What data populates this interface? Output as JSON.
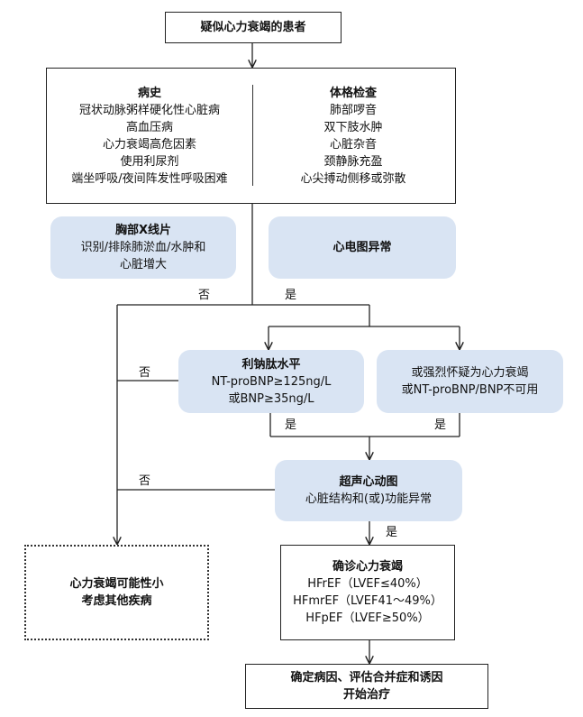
{
  "colors": {
    "box_fill": "#d9e4f3",
    "line": "#222222"
  },
  "start": "疑似心力衰竭的患者",
  "history": {
    "title": "病史",
    "items": [
      "冠状动脉粥样硬化性心脏病",
      "高血压病",
      "心力衰竭高危因素",
      "使用利尿剂",
      "端坐呼吸/夜间阵发性呼吸困难"
    ]
  },
  "exam": {
    "title": "体格检查",
    "items": [
      "肺部啰音",
      "双下肢水肿",
      "心脏杂音",
      "颈静脉充盈",
      "心尖搏动侧移或弥散"
    ]
  },
  "xray": {
    "title": "胸部X线片",
    "lines": [
      "识别/排除肺淤血/水肿和",
      "心脏增大"
    ]
  },
  "ecg": {
    "title": "心电图异常"
  },
  "bnp": {
    "title": "利钠肽水平",
    "lines": [
      "NT-proBNP≥125ng/L",
      "或BNP≥35ng/L"
    ]
  },
  "suspect": {
    "lines": [
      "或强烈怀疑为心力衰竭",
      "或NT-proBNP/BNP不可用"
    ]
  },
  "echo": {
    "title": "超声心动图",
    "lines": [
      "心脏结构和(或)功能异常"
    ]
  },
  "unlikely": {
    "lines": [
      "心力衰竭可能性小",
      "考虑其他疾病"
    ]
  },
  "confirm": {
    "title": "确诊心力衰竭",
    "lines": [
      "HFrEF（LVEF≤40%）",
      "HFmrEF（LVEF41～49%）",
      "HFpEF（LVEF≥50%）"
    ]
  },
  "final": {
    "lines": [
      "确定病因、评估合并症和诱因",
      "开始治疗"
    ]
  },
  "labels": {
    "no": "否",
    "yes": "是"
  }
}
